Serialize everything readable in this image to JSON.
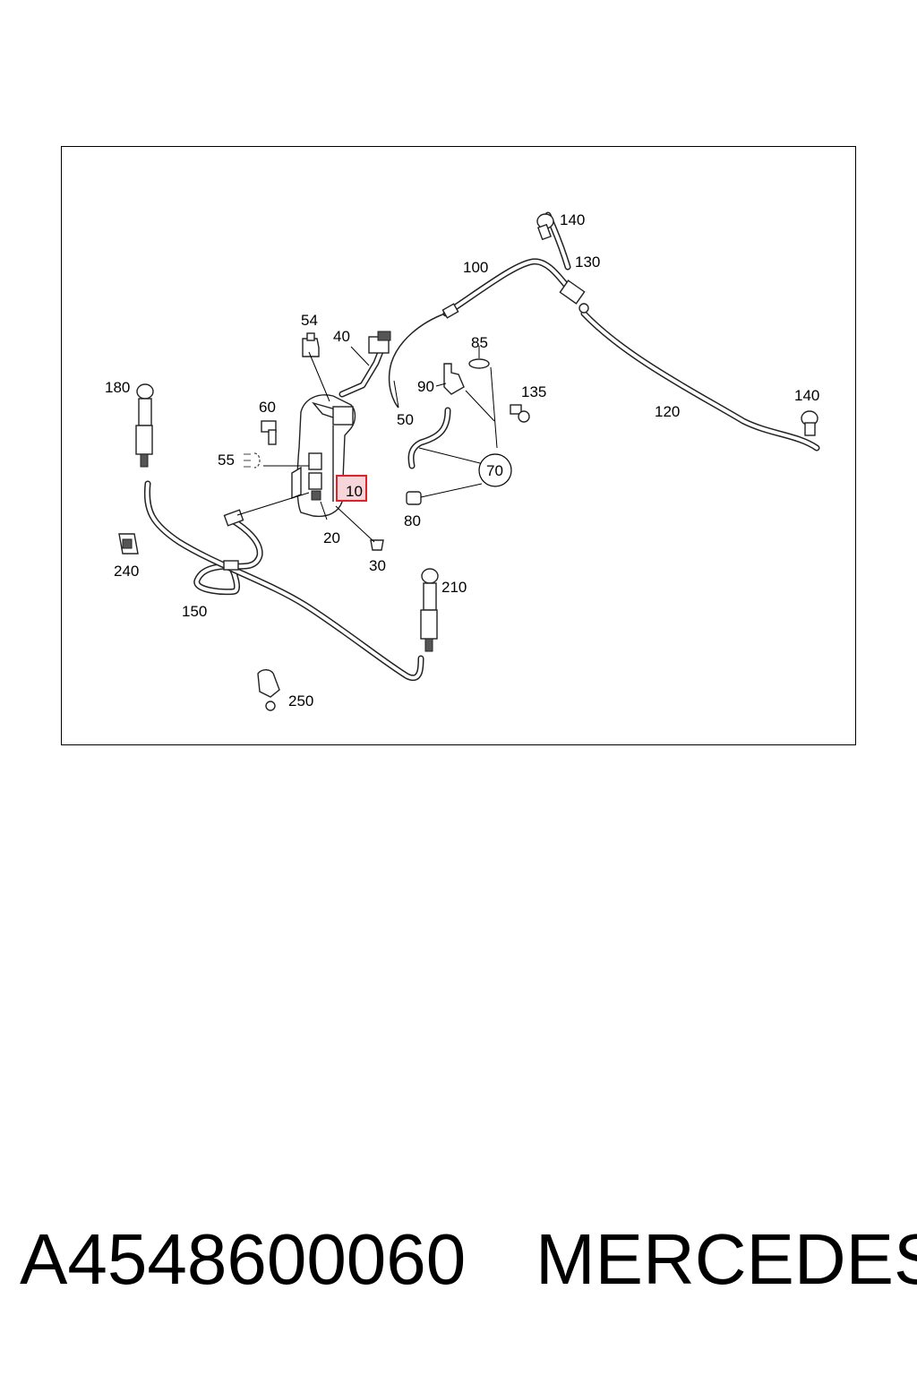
{
  "diagram": {
    "labels": {
      "p10": "10",
      "p20": "20",
      "p30": "30",
      "p40": "40",
      "p50": "50",
      "p54": "54",
      "p55": "55",
      "p60": "60",
      "p70": "70",
      "p80": "80",
      "p85": "85",
      "p90": "90",
      "p100": "100",
      "p120": "120",
      "p130": "130",
      "p135": "135",
      "p140a": "140",
      "p140b": "140",
      "p150": "150",
      "p180": "180",
      "p210": "210",
      "p240": "240",
      "p250": "250"
    },
    "highlighted_part": "10",
    "highlight_color": "#e0202a"
  },
  "footer": {
    "part_number": "A4548600060",
    "brand": "MERCEDES"
  }
}
